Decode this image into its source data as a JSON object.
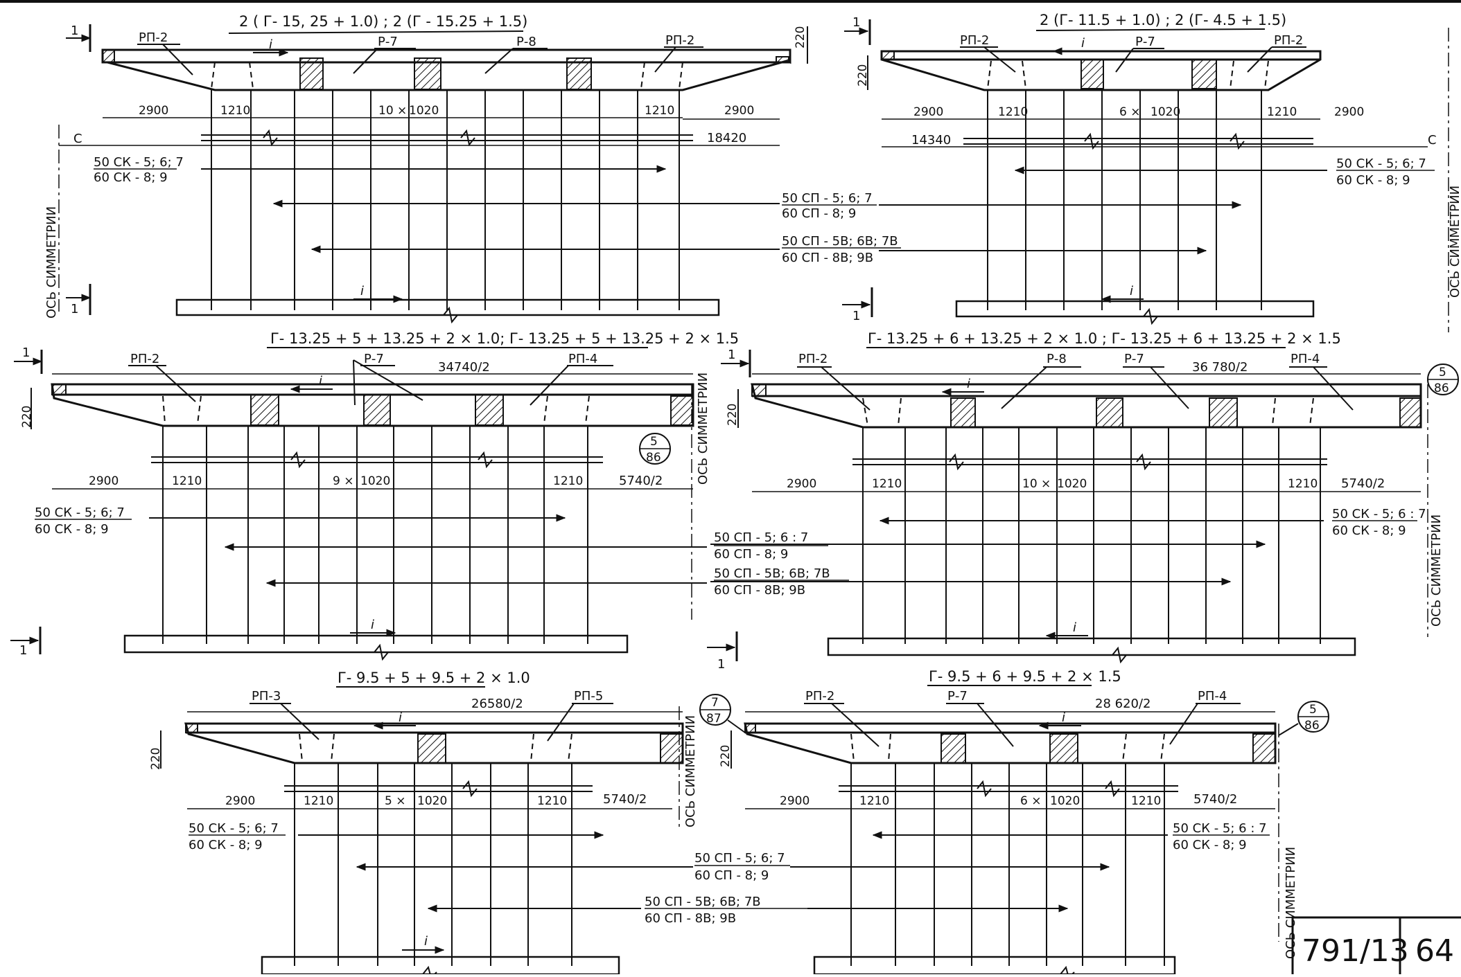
{
  "stamp": {
    "code": "791/13",
    "sheet": "64"
  },
  "axis_label": "ОСЬ СИММЕТРИИ",
  "section_mark": "1",
  "slope_mark": "i",
  "callouts": [
    {
      "top": "5",
      "bottom": "86"
    },
    {
      "top": "7",
      "bottom": "87"
    }
  ],
  "diagrams": [
    {
      "title": "2 ( Г- 15, 25 + 1.0) ; 2 (Г - 15.25 + 1.5)",
      "height": "220",
      "total": "18420",
      "c_label": "С",
      "beam_labels": [
        "РП-2",
        "Р-7",
        "Р-8",
        "РП-2"
      ],
      "dims": [
        "2900",
        "1210",
        "10 ×",
        "1020",
        "1210",
        "2900"
      ],
      "ck": [
        "50 СК - 5; 6; 7",
        "60 СК - 8; 9"
      ],
      "cp": [
        "50 СП - 5; 6; 7",
        "60 СП - 8; 9"
      ],
      "cpb": [
        "50 СП - 5В; 6В; 7В",
        "60 СП - 8В; 9В"
      ]
    },
    {
      "title": "2 (Г- 11.5 + 1.0) ; 2 (Г- 4.5 + 1.5)",
      "height": "220",
      "total": "14340",
      "c_label": "С",
      "beam_labels": [
        "РП-2",
        "Р-7",
        "РП-2"
      ],
      "dims": [
        "2900",
        "1210",
        "6 ×",
        "1020",
        "1210",
        "2900"
      ],
      "ck": [
        "50 СК - 5; 6; 7",
        "60 СК - 8; 9"
      ]
    },
    {
      "title": "Г- 13.25 + 5 + 13.25 + 2 × 1.0; Г- 13.25 + 5 + 13.25 + 2 × 1.5",
      "height": "220",
      "total": "34740/2",
      "beam_labels": [
        "РП-2",
        "Р-7",
        "РП-4"
      ],
      "dims": [
        "2900",
        "1210",
        "9 ×",
        "1020",
        "1210",
        "5740/2"
      ],
      "ck": [
        "50 СК - 5; 6; 7",
        "60 СК - 8; 9"
      ],
      "cp": [
        "50 СП - 5; 6 : 7",
        "60 СП - 8; 9"
      ],
      "cpb": [
        "50 СП - 5В; 6В; 7В",
        "60 СП - 8В; 9В"
      ]
    },
    {
      "title": "Г- 13.25 + 6 + 13.25 + 2 × 1.0 ; Г- 13.25 + 6 + 13.25 + 2 × 1.5",
      "height": "220",
      "total": "36 780/2",
      "beam_labels": [
        "РП-2",
        "Р-8",
        "Р-7",
        "РП-4"
      ],
      "dims": [
        "2900",
        "1210",
        "10 ×",
        "1020",
        "1210",
        "5740/2"
      ],
      "ck": [
        "50 СК - 5; 6 : 7",
        "60 СК - 8; 9"
      ]
    },
    {
      "title": "Г- 9.5 + 5 + 9.5 + 2 × 1.0",
      "height": "220",
      "total": "26580/2",
      "beam_labels": [
        "РП-3",
        "РП-5"
      ],
      "dims": [
        "2900",
        "1210",
        "5 ×",
        "1020",
        "1210",
        "5740/2"
      ],
      "ck": [
        "50 СК - 5; 6; 7",
        "60 СК - 8; 9"
      ],
      "cp": [
        "50 СП - 5; 6; 7",
        "60 СП - 8; 9"
      ],
      "cpb": [
        "50 СП - 5В; 6В; 7В",
        "60 СП - 8В; 9В"
      ]
    },
    {
      "title": "Г- 9.5 + 6 + 9.5 + 2 × 1.5",
      "height": "220",
      "total": "28 620/2",
      "beam_labels": [
        "РП-2",
        "Р-7",
        "РП-4"
      ],
      "dims": [
        "2900",
        "1210",
        "6 ×",
        "1020",
        "1210",
        "5740/2"
      ],
      "ck": [
        "50 СК - 5; 6 : 7",
        "60 СК - 8; 9"
      ]
    }
  ]
}
